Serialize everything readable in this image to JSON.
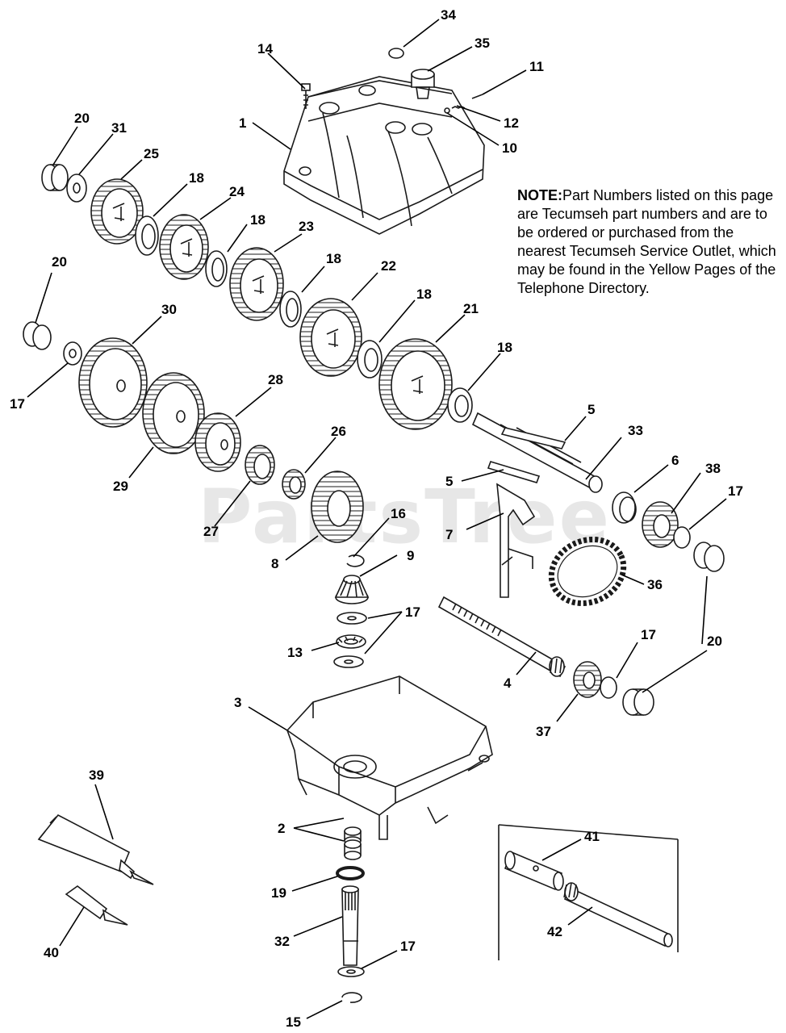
{
  "note": {
    "heading": "NOTE:",
    "body": "Part Numbers listed on this page are Tecumseh part numbers and are to be ordered or purchased from the nearest Tecumseh Service Outlet, which may be found in the Yellow Pages of the Telephone Directory."
  },
  "watermark": "PartsTree",
  "callouts": [
    "34",
    "35",
    "14",
    "11",
    "12",
    "10",
    "1",
    "20",
    "31",
    "25",
    "18",
    "24",
    "18",
    "23",
    "18",
    "22",
    "18",
    "21",
    "18",
    "20",
    "30",
    "17",
    "28",
    "29",
    "26",
    "27",
    "8",
    "16",
    "9",
    "5",
    "33",
    "5",
    "6",
    "38",
    "17",
    "7",
    "36",
    "17",
    "13",
    "4",
    "17",
    "20",
    "37",
    "3",
    "39",
    "2",
    "19",
    "41",
    "32",
    "17",
    "42",
    "40",
    "15"
  ]
}
